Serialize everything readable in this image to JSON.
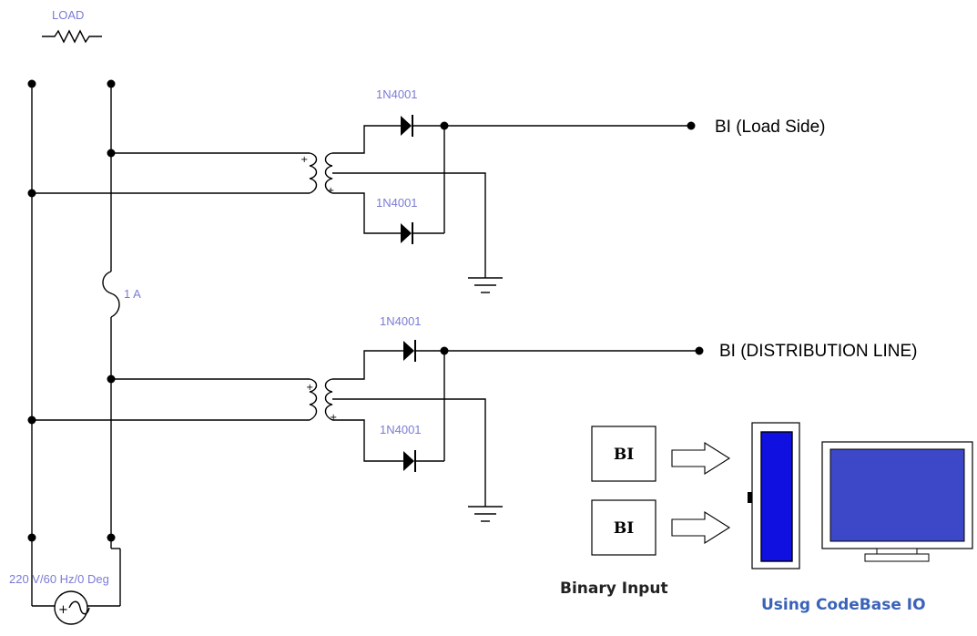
{
  "labels": {
    "load": "LOAD",
    "fuse": "1 A",
    "source": "220 V/60 Hz/0 Deg",
    "diode_1": "1N4001",
    "diode_2": "1N4001",
    "diode_3": "1N4001",
    "diode_4": "1N4001",
    "output_load": "BI (Load Side)",
    "output_line": "BI (DISTRIBUTION LINE)",
    "transformer_plus": "+",
    "bi_box_1": "BI",
    "bi_box_2": "BI",
    "binary_input": "Binary Input",
    "codebase": "Using CodeBase IO"
  },
  "colors": {
    "component_label": "#7b7bd6",
    "device_screen": "#1010e0",
    "monitor_screen": "#3d48c8",
    "codebase_text": "#3a63b8"
  }
}
